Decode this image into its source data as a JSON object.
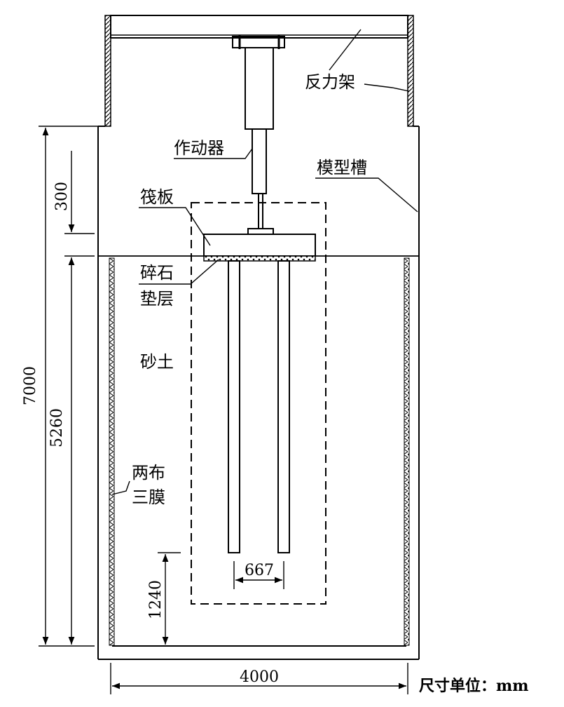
{
  "labels": {
    "reaction_frame": "反力架",
    "actuator": "作动器",
    "model_tank": "模型槽",
    "raft_plate": "筏板",
    "gravel_cushion_line1": "碎石",
    "gravel_cushion_line2": "垫层",
    "sandy_soil": "砂土",
    "geomembrane_line1": "两布",
    "geomembrane_line2": "三膜"
  },
  "dimensions": {
    "total_height": "7000",
    "soil_depth": "5260",
    "top_gap": "300",
    "pile_tip_height": "1240",
    "pile_spacing": "667",
    "tank_width": "4000"
  },
  "unit_note": "尺寸单位：mm"
}
